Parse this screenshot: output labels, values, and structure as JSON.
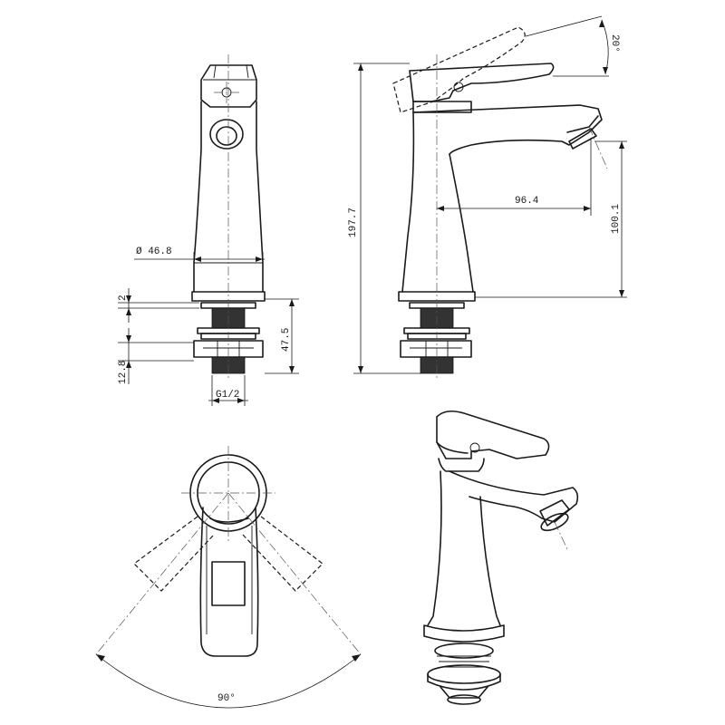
{
  "drawing": {
    "views": [
      "front-view",
      "side-view",
      "top-view",
      "isometric-view"
    ],
    "dimensions": {
      "body_diameter": "Ø 46.8",
      "washer_thickness": "2",
      "thread_height": "47.5",
      "nut_height": "12.8",
      "thread_size": "G1/2",
      "total_height": "197.7",
      "spout_reach": "96.4",
      "spout_height": "100.1",
      "handle_angle": "20°",
      "rotation_angle": "90°"
    }
  }
}
